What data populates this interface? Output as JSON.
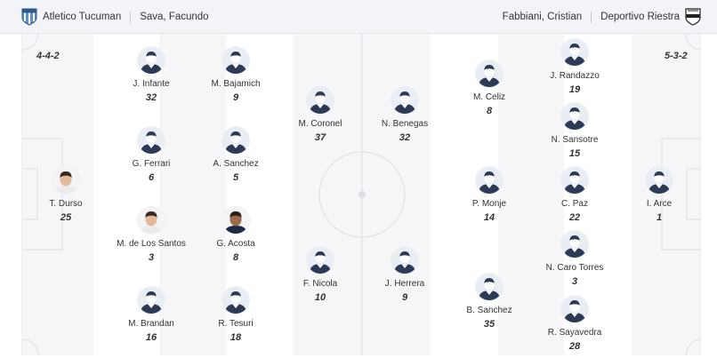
{
  "header": {
    "home": {
      "team": "Atletico Tucuman",
      "coach": "Sava, Facundo",
      "crest_icon": "atletico-tucuman-crest-icon"
    },
    "away": {
      "team": "Deportivo Riestra",
      "coach": "Fabbiani, Cristian",
      "crest_icon": "deportivo-riestra-crest-icon"
    }
  },
  "formations": {
    "home": "4-4-2",
    "away": "5-3-2"
  },
  "colors": {
    "pitch": "#f6f6f8",
    "stripe": "#ffffff",
    "lines": "#dcdee4",
    "shirt": "#2d3a55",
    "skin": "#e9edf4",
    "text": "#333333"
  },
  "players": [
    {
      "id": "t-durso",
      "name": "T. Durso",
      "number": "25",
      "avatar": "photo"
    },
    {
      "id": "j-infante",
      "name": "J. Infante",
      "number": "32",
      "avatar": "silhouette"
    },
    {
      "id": "g-ferrari",
      "name": "G. Ferrari",
      "number": "6",
      "avatar": "silhouette"
    },
    {
      "id": "m-de-los-santos",
      "name": "M. de Los Santos",
      "number": "3",
      "avatar": "photo"
    },
    {
      "id": "m-brandan",
      "name": "M. Brandan",
      "number": "16",
      "avatar": "silhouette"
    },
    {
      "id": "m-bajamich",
      "name": "M. Bajamich",
      "number": "9",
      "avatar": "silhouette"
    },
    {
      "id": "a-sanchez",
      "name": "A. Sanchez",
      "number": "5",
      "avatar": "silhouette"
    },
    {
      "id": "g-acosta",
      "name": "G. Acosta",
      "number": "8",
      "avatar": "photo"
    },
    {
      "id": "r-tesuri",
      "name": "R. Tesuri",
      "number": "18",
      "avatar": "silhouette"
    },
    {
      "id": "m-coronel",
      "name": "M. Coronel",
      "number": "37",
      "avatar": "silhouette"
    },
    {
      "id": "f-nicola",
      "name": "F. Nicola",
      "number": "10",
      "avatar": "silhouette"
    },
    {
      "id": "n-benegas",
      "name": "N. Benegas",
      "number": "32",
      "avatar": "silhouette"
    },
    {
      "id": "j-herrera",
      "name": "J. Herrera",
      "number": "9",
      "avatar": "silhouette"
    },
    {
      "id": "m-celiz",
      "name": "M. Celiz",
      "number": "8",
      "avatar": "silhouette"
    },
    {
      "id": "p-monje",
      "name": "P. Monje",
      "number": "14",
      "avatar": "silhouette"
    },
    {
      "id": "b-sanchez",
      "name": "B. Sanchez",
      "number": "35",
      "avatar": "silhouette"
    },
    {
      "id": "j-randazzo",
      "name": "J. Randazzo",
      "number": "19",
      "avatar": "silhouette"
    },
    {
      "id": "n-sansotre",
      "name": "N. Sansotre",
      "number": "15",
      "avatar": "silhouette"
    },
    {
      "id": "c-paz",
      "name": "C. Paz",
      "number": "22",
      "avatar": "silhouette"
    },
    {
      "id": "n-caro-torres",
      "name": "N. Caro Torres",
      "number": "3",
      "avatar": "silhouette"
    },
    {
      "id": "r-sayavedra",
      "name": "R. Sayavedra",
      "number": "28",
      "avatar": "silhouette"
    },
    {
      "id": "i-arce",
      "name": "I. Arce",
      "number": "1",
      "avatar": "silhouette"
    }
  ]
}
